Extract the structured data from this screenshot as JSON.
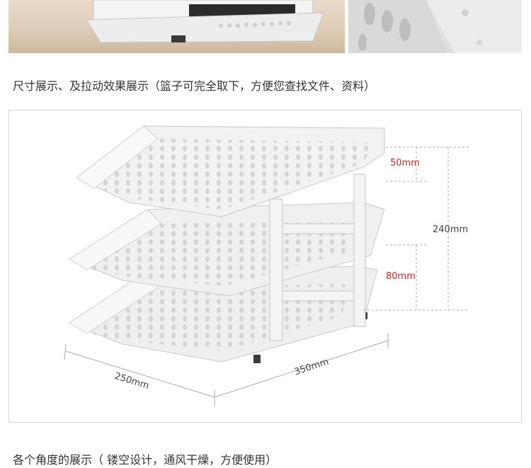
{
  "section_titles": {
    "size_display": "尺寸展示、及拉动效果展示（篮子可完全取下，方便您查找文件、资料）",
    "angle_display": "各个角度的展示（ 镂空设计，通风干燥，方便使用）"
  },
  "dimensions": {
    "tray_gap_top": "50mm",
    "total_height": "240mm",
    "tray_gap_lower": "80mm",
    "width": "250mm",
    "depth": "350mm"
  },
  "colors": {
    "accent_red": "#e02020",
    "tray_white": "#f2f2f2",
    "frame_border": "#d6d6d6"
  },
  "icons": {
    "product": "three-tier-file-tray"
  }
}
